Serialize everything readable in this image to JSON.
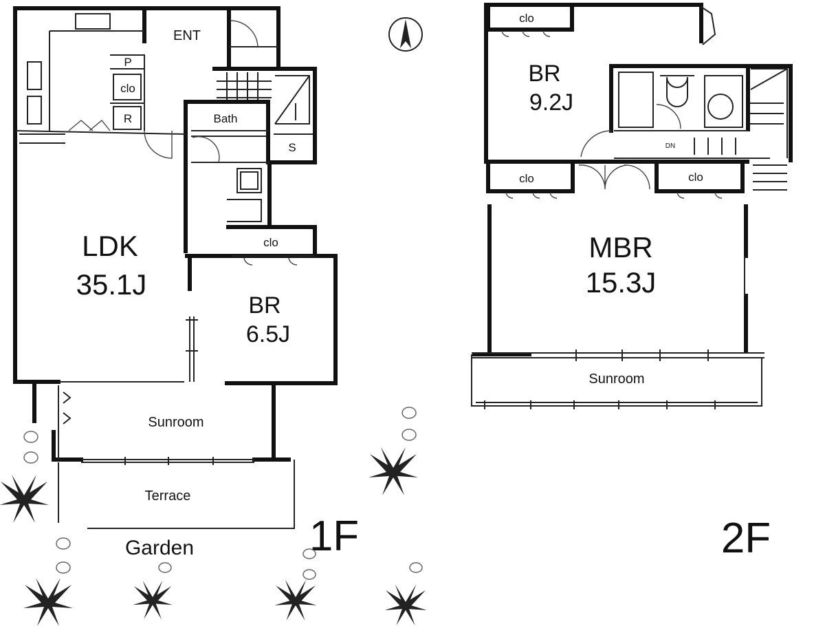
{
  "floor_1": {
    "label": "1F",
    "rooms": {
      "ent": "ENT",
      "ldk_name": "LDK",
      "ldk_size": "35.1J",
      "bath": "Bath",
      "storage": "S",
      "closet": "clo",
      "br_name": "BR",
      "br_size": "6.5J",
      "sunroom": "Sunroom",
      "terrace": "Terrace",
      "garden": "Garden",
      "pantry": "P",
      "fridge": "R"
    }
  },
  "floor_2": {
    "label": "2F",
    "rooms": {
      "br_name": "BR",
      "br_size": "9.2J",
      "mbr_name": "MBR",
      "mbr_size": "15.3J",
      "closet_top": "clo",
      "closet_left": "clo",
      "closet_right": "clo",
      "sunroom": "Sunroom",
      "stairs_dn": "DN"
    }
  },
  "colors": {
    "wall": "#111111",
    "background": "#ffffff"
  }
}
